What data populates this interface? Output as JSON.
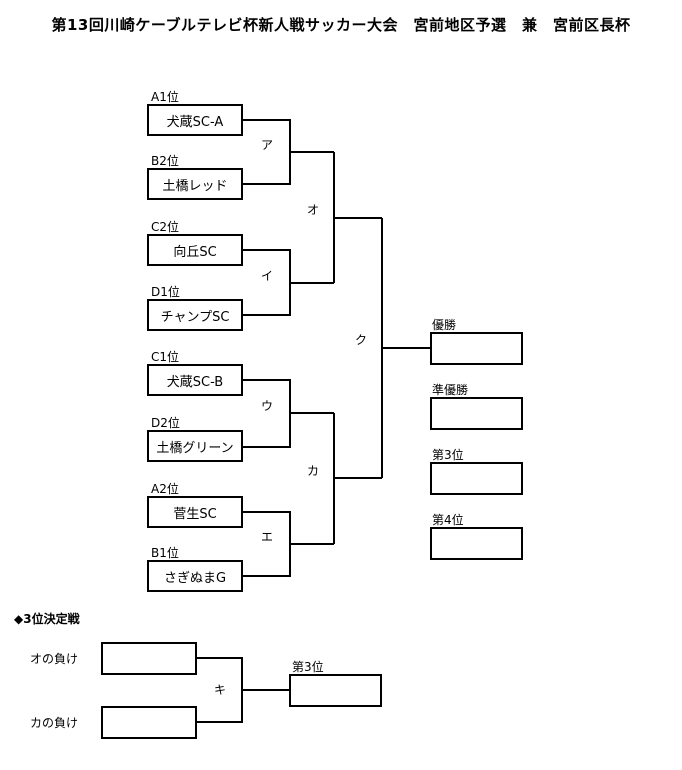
{
  "title": "第13回川崎ケーブルテレビ杯新人戦サッカー大会　宮前地区予選　兼　宮前区長杯",
  "teams": [
    {
      "seed": "A1位",
      "name": "犬蔵SC-A"
    },
    {
      "seed": "B2位",
      "name": "土橋レッド"
    },
    {
      "seed": "C2位",
      "name": "向丘SC"
    },
    {
      "seed": "D1位",
      "name": "チャンプSC"
    },
    {
      "seed": "C1位",
      "name": "犬蔵SC-B"
    },
    {
      "seed": "D2位",
      "name": "土橋グリーン"
    },
    {
      "seed": "A2位",
      "name": "菅生SC"
    },
    {
      "seed": "B1位",
      "name": "さぎぬまG"
    }
  ],
  "matches": {
    "a": "ア",
    "i": "イ",
    "u": "ウ",
    "e": "エ",
    "o": "オ",
    "ka": "カ",
    "ku": "ク",
    "ki": "キ"
  },
  "results": [
    {
      "label": "優勝"
    },
    {
      "label": "準優勝"
    },
    {
      "label": "第3位"
    },
    {
      "label": "第4位"
    }
  ],
  "third_place": {
    "heading": "◆3位決定戦",
    "loser_o": "オの負け",
    "loser_ka": "カの負け",
    "result_label": "第3位"
  }
}
